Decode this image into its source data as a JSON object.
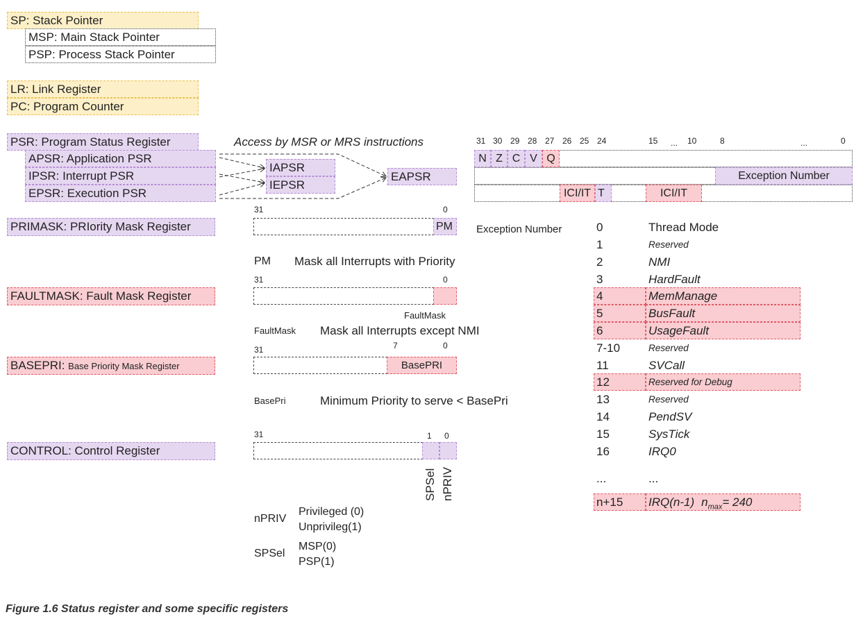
{
  "colors": {
    "yellow": "#fdf0c8",
    "yellow_border": "#e9bf4f",
    "purple": "#e6d7f1",
    "purple_border": "#b48dd3",
    "pink": "#f9cdd1",
    "pink_border": "#e05a66"
  },
  "registers": {
    "sp": "SP: Stack Pointer",
    "msp": "MSP: Main Stack Pointer",
    "psp": "PSP: Process Stack Pointer",
    "lr": "LR: Link Register",
    "pc": "PC: Program Counter",
    "psr": "PSR: Program Status Register",
    "apsr": "APSR: Application PSR",
    "ipsr": "IPSR: Interrupt PSR",
    "epsr": "EPSR: Execution PSR",
    "primask": "PRIMASK: PRIority Mask Register",
    "faultmask": "FAULTMASK: Fault Mask Register",
    "basepri_name": "BASEPRI:",
    "basepri_desc": "Base Priority Mask Register",
    "control": "CONTROL: Control Register"
  },
  "access_note": "Access by MSR or MRS instructions",
  "combined_psr": {
    "iapsr": "IAPSR",
    "iepsr": "IEPSR",
    "eapsr": "EAPSR"
  },
  "psr_layout": {
    "bit_numbers": [
      "31",
      "30",
      "29",
      "28",
      "27",
      "26",
      "25",
      "24",
      "15",
      "...",
      "10",
      "8",
      "...",
      "0"
    ],
    "apsr_flags": [
      "N",
      "Z",
      "C",
      "V",
      "Q"
    ],
    "ipsr_field": "Exception Number",
    "epsr_fields": [
      "ICI/IT",
      "T",
      "ICI/IT"
    ]
  },
  "primask": {
    "bit_hi": "31",
    "bit_lo": "0",
    "field": "PM",
    "legend_key": "PM",
    "legend_text": "Mask all Interrupts with Priority"
  },
  "faultmask": {
    "bit_hi": "31",
    "bit_lo": "0",
    "field_label": "FaultMask",
    "legend_key": "FaultMask",
    "legend_text": "Mask all Interrupts except NMI"
  },
  "basepri": {
    "bit_hi": "31",
    "bit_mid": "7",
    "bit_lo": "0",
    "field": "BasePRI",
    "legend_key": "BasePri",
    "legend_text": "Minimum Priority to serve < BasePri"
  },
  "control": {
    "bit_hi": "31",
    "bit_1": "1",
    "bit_0": "0",
    "field_1": "SPSel",
    "field_0": "nPRIV",
    "npriv_key": "nPRIV",
    "npriv_values": [
      "Privileged (0)",
      "Unprivileg(1)"
    ],
    "spsel_key": "SPSel",
    "spsel_values": [
      "MSP(0)",
      "PSP(1)"
    ]
  },
  "exception_table": {
    "header": "Exception Number",
    "rows": [
      {
        "num": "0",
        "name": "Thread Mode"
      },
      {
        "num": "1",
        "name": "Reserved"
      },
      {
        "num": "2",
        "name": "NMI"
      },
      {
        "num": "3",
        "name": "HardFault"
      },
      {
        "num": "4",
        "name": "MemManage"
      },
      {
        "num": "5",
        "name": "BusFault"
      },
      {
        "num": "6",
        "name": "UsageFault"
      },
      {
        "num": "7-10",
        "name": "Reserved"
      },
      {
        "num": "11",
        "name": "SVCall"
      },
      {
        "num": "12",
        "name": "Reserved for Debug"
      },
      {
        "num": "13",
        "name": "Reserved"
      },
      {
        "num": "14",
        "name": "PendSV"
      },
      {
        "num": "15",
        "name": "SysTick"
      },
      {
        "num": "16",
        "name": "IRQ0"
      },
      {
        "num": "...",
        "name": "..."
      },
      {
        "num": "n+15",
        "name": "IRQ(n-1)"
      }
    ],
    "nmax": {
      "symbol": "n",
      "subscript": "max",
      "value": "= 240"
    }
  },
  "caption": "Figure 1.6 Status register and some specific registers"
}
